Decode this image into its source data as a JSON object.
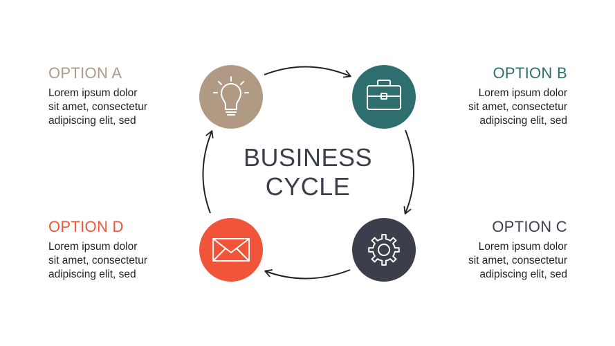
{
  "colors": {
    "option_a": "#b09a83",
    "option_b": "#2e6e6e",
    "option_c": "#3a3f4b",
    "option_d": "#f0553a",
    "center_text": "#3a3f4b",
    "arrow": "#222222"
  },
  "center": {
    "line1": "BUSINESS",
    "line2": "CYCLE"
  },
  "options": [
    {
      "key": "a",
      "title": "OPTION A",
      "lines": [
        "Lorem ipsum dolor",
        "sit amet, consectetur",
        "adipiscing elit, sed"
      ],
      "icon": "lightbulb-icon"
    },
    {
      "key": "b",
      "title": "OPTION B",
      "lines": [
        "Lorem ipsum dolor",
        "sit amet, consectetur",
        "adipiscing elit, sed"
      ],
      "icon": "briefcase-icon"
    },
    {
      "key": "c",
      "title": "OPTION C",
      "lines": [
        "Lorem ipsum dolor",
        "sit amet, consectetur",
        "adipiscing elit, sed"
      ],
      "icon": "gear-icon"
    },
    {
      "key": "d",
      "title": "OPTION D",
      "lines": [
        "Lorem ipsum dolor",
        "sit amet, consectetur",
        "adipiscing elit, sed"
      ],
      "icon": "envelope-icon"
    }
  ]
}
